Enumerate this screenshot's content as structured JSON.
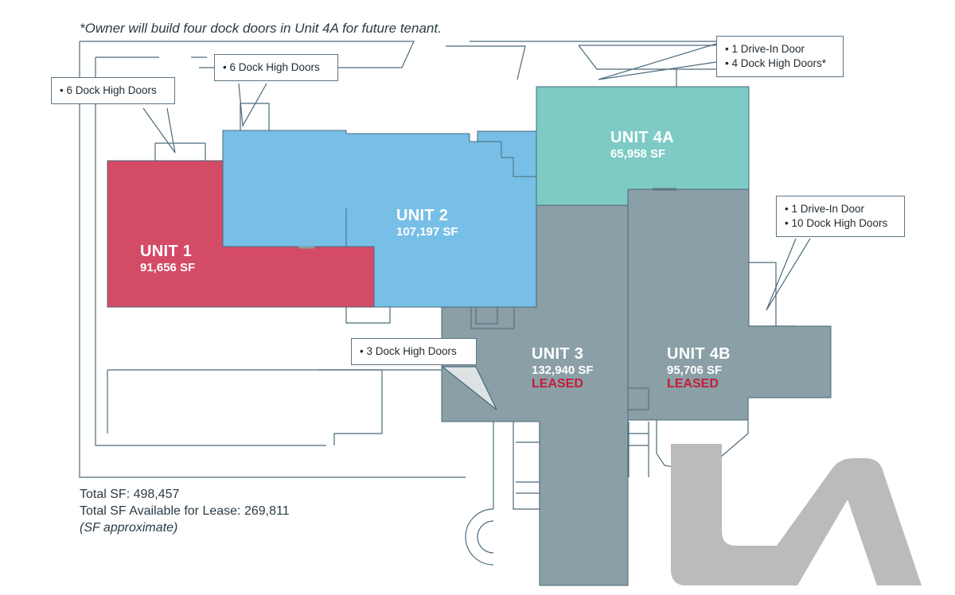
{
  "note": "*Owner will build four dock doors in Unit 4A for future tenant.",
  "units": [
    {
      "id": "unit-1",
      "name": "UNIT 1",
      "sf": "91,656 SF",
      "status": "",
      "color": "#d44b66"
    },
    {
      "id": "unit-2",
      "name": "UNIT 2",
      "sf": "107,197 SF",
      "status": "",
      "color": "#77bfe6"
    },
    {
      "id": "unit-4a",
      "name": "UNIT 4A",
      "sf": "65,958 SF",
      "status": "",
      "color": "#7ecbc6"
    },
    {
      "id": "unit-3",
      "name": "UNIT 3",
      "sf": "132,940 SF",
      "status": "LEASED",
      "color": "#8a9fa6"
    },
    {
      "id": "unit-4b",
      "name": "UNIT 4B",
      "sf": "95,706 SF",
      "status": "LEASED",
      "color": "#8a9fa6"
    }
  ],
  "callouts": {
    "unit1_doors": [
      "• 6 Dock High Doors"
    ],
    "unit2_doors": [
      "• 6 Dock High Doors"
    ],
    "unit4a_doors": [
      "• 1 Drive-In Door",
      "• 4 Dock High Doors*"
    ],
    "unit4b_doors": [
      "• 1 Drive-In Door",
      "• 10 Dock High Doors"
    ],
    "unit3_doors": [
      "• 3 Dock High Doors"
    ]
  },
  "totals": {
    "total_sf": "Total SF:  498,457",
    "available": "Total SF Available for Lease: 269,811",
    "approx": "(SF approximate)"
  },
  "colors": {
    "line": "#4a6a7a",
    "leased_text": "#c41d3a",
    "logo": "#b9bbbd"
  }
}
